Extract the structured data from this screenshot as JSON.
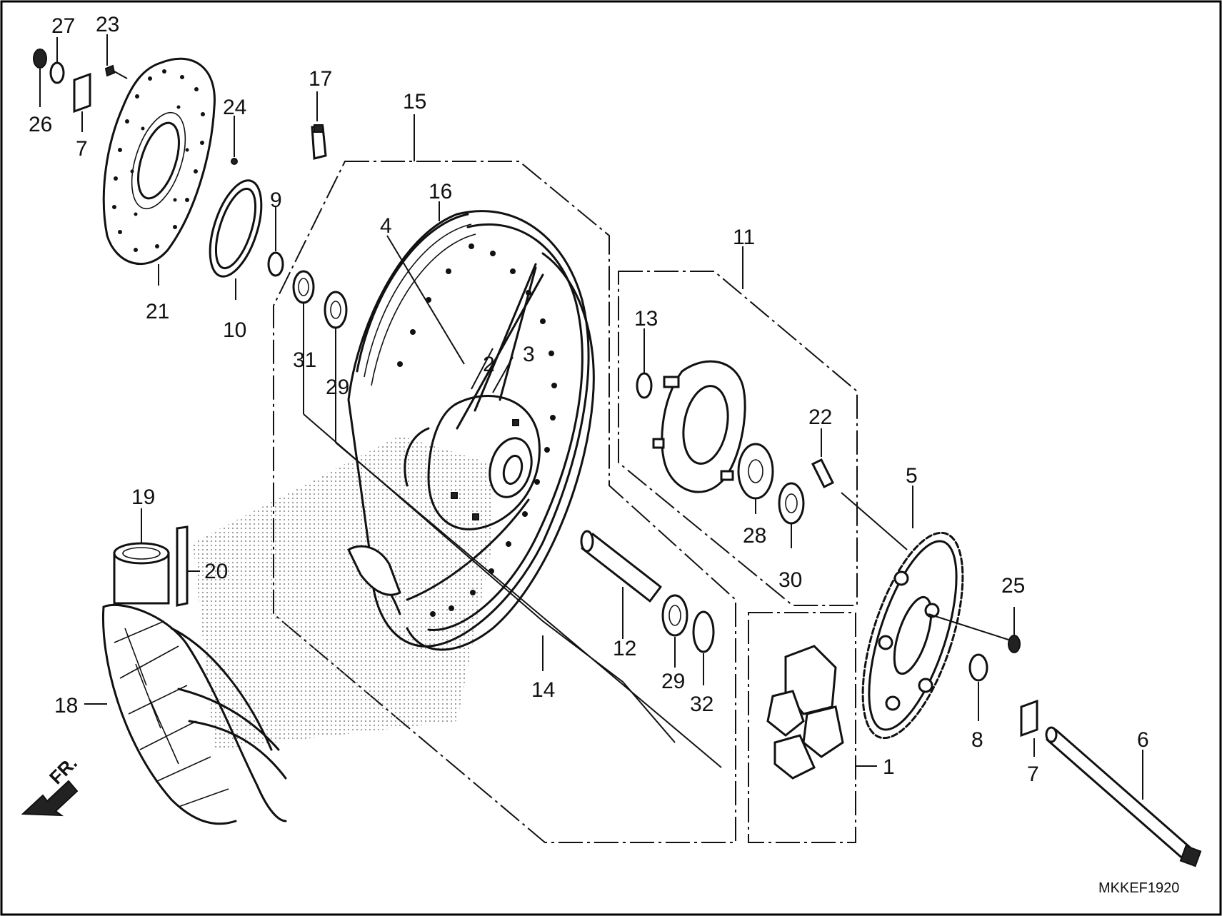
{
  "diagram": {
    "code": "MKKEF1920",
    "direction_label": "FR.",
    "callouts": [
      {
        "id": "c27",
        "text": "27"
      },
      {
        "id": "c23",
        "text": "23"
      },
      {
        "id": "c26",
        "text": "26"
      },
      {
        "id": "c7a",
        "text": "7"
      },
      {
        "id": "c24",
        "text": "24"
      },
      {
        "id": "c21",
        "text": "21"
      },
      {
        "id": "c10",
        "text": "10"
      },
      {
        "id": "c17",
        "text": "17"
      },
      {
        "id": "c9",
        "text": "9"
      },
      {
        "id": "c15",
        "text": "15"
      },
      {
        "id": "c16",
        "text": "16"
      },
      {
        "id": "c4",
        "text": "4"
      },
      {
        "id": "c31",
        "text": "31"
      },
      {
        "id": "c29a",
        "text": "29"
      },
      {
        "id": "c2",
        "text": "2"
      },
      {
        "id": "c3",
        "text": "3"
      },
      {
        "id": "c11",
        "text": "11"
      },
      {
        "id": "c13",
        "text": "13"
      },
      {
        "id": "c22",
        "text": "22"
      },
      {
        "id": "c28",
        "text": "28"
      },
      {
        "id": "c30",
        "text": "30"
      },
      {
        "id": "c5",
        "text": "5"
      },
      {
        "id": "c19",
        "text": "19"
      },
      {
        "id": "c20",
        "text": "20"
      },
      {
        "id": "c18",
        "text": "18"
      },
      {
        "id": "c12",
        "text": "12"
      },
      {
        "id": "c29b",
        "text": "29"
      },
      {
        "id": "c32",
        "text": "32"
      },
      {
        "id": "c14",
        "text": "14"
      },
      {
        "id": "c25",
        "text": "25"
      },
      {
        "id": "c8",
        "text": "8"
      },
      {
        "id": "c6",
        "text": "6"
      },
      {
        "id": "c7b",
        "text": "7"
      },
      {
        "id": "c1",
        "text": "1"
      }
    ]
  }
}
